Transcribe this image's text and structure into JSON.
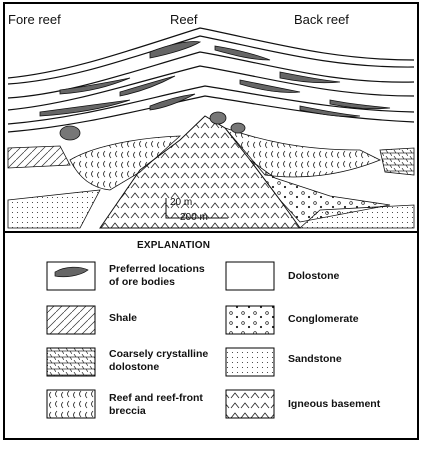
{
  "labels": {
    "fore_reef": "Fore reef",
    "reef": "Reef",
    "back_reef": "Back reef"
  },
  "scale": {
    "vertical": "20 m",
    "horizontal": "200 m"
  },
  "explanation": {
    "title": "EXPLANATION",
    "items": [
      {
        "key": "ore",
        "label": "Preferred locations\nof ore bodies"
      },
      {
        "key": "dolostone",
        "label": "Dolostone"
      },
      {
        "key": "shale",
        "label": "Shale"
      },
      {
        "key": "conglomerate",
        "label": "Conglomerate"
      },
      {
        "key": "coarse_dolostone",
        "label": "Coarsely crystalline\ndolostone"
      },
      {
        "key": "sandstone",
        "label": "Sandstone"
      },
      {
        "key": "breccia",
        "label": "Reef and reef-front\nbreccia"
      },
      {
        "key": "igneous",
        "label": "Igneous basement"
      }
    ]
  }
}
